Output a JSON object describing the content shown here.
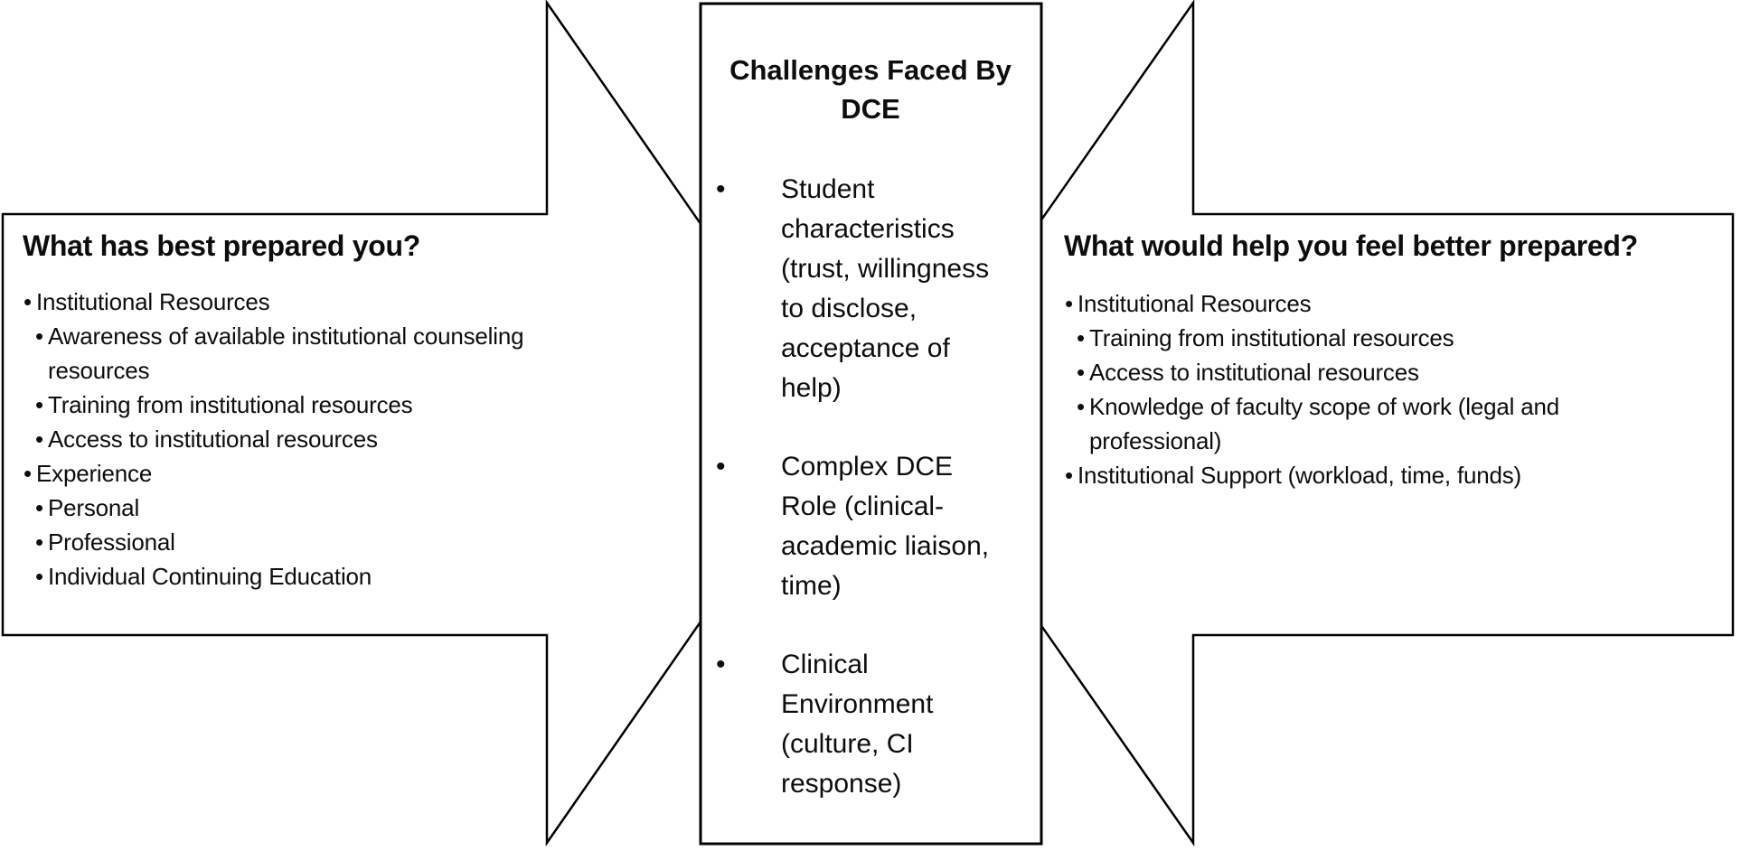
{
  "bullet_char": "•",
  "left_arrow": {
    "title": "What has best prepared you?",
    "items": [
      {
        "level": 1,
        "text": "Institutional Resources"
      },
      {
        "level": 2,
        "text": "Awareness of available institutional counseling\nresources"
      },
      {
        "level": 2,
        "text": "Training from institutional resources"
      },
      {
        "level": 2,
        "text": "Access to institutional resources"
      },
      {
        "level": 1,
        "text": "Experience"
      },
      {
        "level": 2,
        "text": "Personal"
      },
      {
        "level": 2,
        "text": "Professional"
      },
      {
        "level": 2,
        "text": "Individual Continuing Education"
      }
    ]
  },
  "center_box": {
    "title": "Challenges Faced By\nDCE",
    "items": [
      {
        "text": "Student\ncharacteristics\n(trust, willingness\nto disclose,\nacceptance of\nhelp)"
      },
      {
        "text": "Complex DCE\nRole (clinical-\nacademic liaison,\ntime)"
      },
      {
        "text": "Clinical\nEnvironment\n(culture, CI\nresponse)"
      }
    ]
  },
  "right_arrow": {
    "title": "What would help you feel better prepared?",
    "items": [
      {
        "level": 1,
        "text": "Institutional Resources"
      },
      {
        "level": 2,
        "text": "Training from institutional resources"
      },
      {
        "level": 2,
        "text": "Access to institutional resources"
      },
      {
        "level": 2,
        "text": "Knowledge of faculty scope of work (legal and\nprofessional)"
      },
      {
        "level": 1,
        "text": "Institutional Support (workload, time, funds)"
      }
    ]
  },
  "colors": {
    "outline": "#000000",
    "fill": "#ffffff",
    "text": "#0d0d0d"
  }
}
